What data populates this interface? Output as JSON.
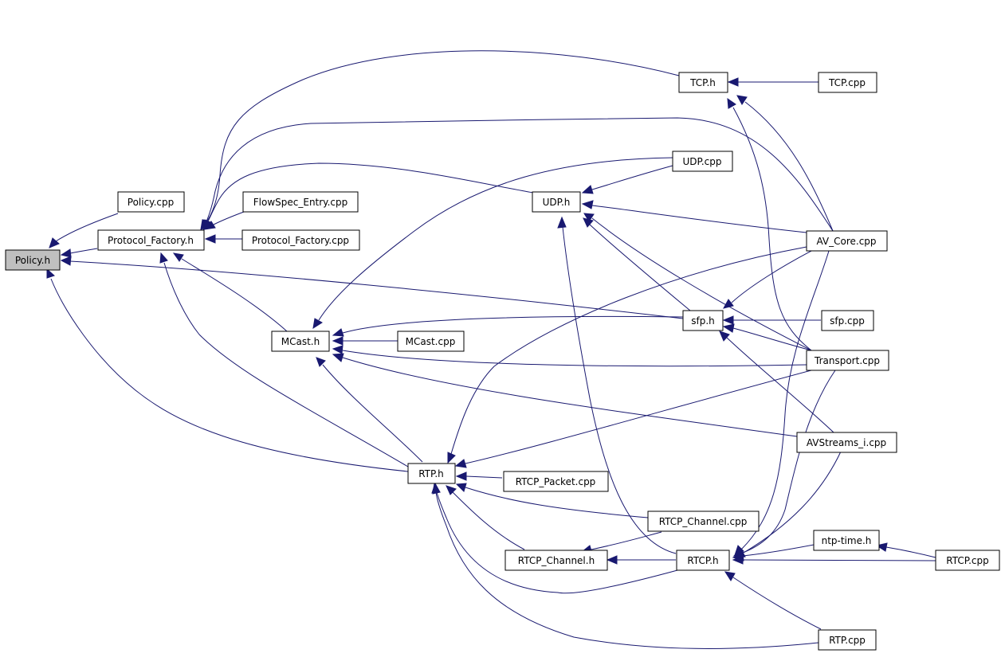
{
  "title": "Policy.h include dependency graph",
  "colors": {
    "edge": "#191970",
    "root_fill": "#bfbfbf",
    "node_fill": "#ffffff",
    "node_border": "#000000"
  },
  "nodes": {
    "policy_h": "Policy.h",
    "policy_cpp": "Policy.cpp",
    "protocol_factory_h": "Protocol_Factory.h",
    "flowspec_entry_cpp": "FlowSpec_Entry.cpp",
    "protocol_factory_cpp": "Protocol_Factory.cpp",
    "tcp_h": "TCP.h",
    "tcp_cpp": "TCP.cpp",
    "udp_cpp": "UDP.cpp",
    "udp_h": "UDP.h",
    "av_core_cpp": "AV_Core.cpp",
    "sfp_h": "sfp.h",
    "sfp_cpp": "sfp.cpp",
    "mcast_h": "MCast.h",
    "mcast_cpp": "MCast.cpp",
    "transport_cpp": "Transport.cpp",
    "avstreams_i_cpp": "AVStreams_i.cpp",
    "rtp_h": "RTP.h",
    "rtcp_packet_cpp": "RTCP_Packet.cpp",
    "rtcp_channel_cpp": "RTCP_Channel.cpp",
    "rtcp_channel_h": "RTCP_Channel.h",
    "rtcp_h": "RTCP.h",
    "ntp_time_h": "ntp-time.h",
    "rtcp_cpp": "RTCP.cpp",
    "rtp_cpp": "RTP.cpp"
  },
  "edges": [
    {
      "from": "policy_cpp",
      "to": "policy_h"
    },
    {
      "from": "protocol_factory_h",
      "to": "policy_h"
    },
    {
      "from": "sfp_h",
      "to": "policy_h"
    },
    {
      "from": "rtp_h",
      "to": "policy_h"
    },
    {
      "from": "tcp_h",
      "to": "protocol_factory_h"
    },
    {
      "from": "av_core_cpp",
      "to": "protocol_factory_h"
    },
    {
      "from": "udp_h",
      "to": "protocol_factory_h"
    },
    {
      "from": "flowspec_entry_cpp",
      "to": "protocol_factory_h"
    },
    {
      "from": "protocol_factory_cpp",
      "to": "protocol_factory_h"
    },
    {
      "from": "mcast_h",
      "to": "protocol_factory_h"
    },
    {
      "from": "rtp_h",
      "to": "protocol_factory_h"
    },
    {
      "from": "tcp_cpp",
      "to": "tcp_h"
    },
    {
      "from": "transport_cpp",
      "to": "tcp_h"
    },
    {
      "from": "av_core_cpp",
      "to": "tcp_h"
    },
    {
      "from": "udp_cpp",
      "to": "udp_h"
    },
    {
      "from": "av_core_cpp",
      "to": "udp_h"
    },
    {
      "from": "sfp_h",
      "to": "udp_h"
    },
    {
      "from": "transport_cpp",
      "to": "udp_h"
    },
    {
      "from": "rtcp_h",
      "to": "udp_h"
    },
    {
      "from": "udp_cpp",
      "to": "mcast_h"
    },
    {
      "from": "sfp_h",
      "to": "mcast_h"
    },
    {
      "from": "mcast_cpp",
      "to": "mcast_h"
    },
    {
      "from": "transport_cpp",
      "to": "mcast_h"
    },
    {
      "from": "avstreams_i_cpp",
      "to": "mcast_h"
    },
    {
      "from": "rtp_h",
      "to": "mcast_h"
    },
    {
      "from": "av_core_cpp",
      "to": "sfp_h"
    },
    {
      "from": "sfp_cpp",
      "to": "sfp_h"
    },
    {
      "from": "transport_cpp",
      "to": "sfp_h"
    },
    {
      "from": "avstreams_i_cpp",
      "to": "sfp_h"
    },
    {
      "from": "av_core_cpp",
      "to": "rtp_h"
    },
    {
      "from": "transport_cpp",
      "to": "rtp_h"
    },
    {
      "from": "rtcp_packet_cpp",
      "to": "rtp_h"
    },
    {
      "from": "rtcp_channel_cpp",
      "to": "rtp_h"
    },
    {
      "from": "rtcp_channel_h",
      "to": "rtp_h"
    },
    {
      "from": "rtcp_h",
      "to": "rtp_h"
    },
    {
      "from": "rtp_cpp",
      "to": "rtp_h"
    },
    {
      "from": "rtcp_channel_cpp",
      "to": "rtcp_channel_h"
    },
    {
      "from": "rtcp_h",
      "to": "rtcp_channel_h"
    },
    {
      "from": "av_core_cpp",
      "to": "rtcp_h"
    },
    {
      "from": "transport_cpp",
      "to": "rtcp_h"
    },
    {
      "from": "avstreams_i_cpp",
      "to": "rtcp_h"
    },
    {
      "from": "ntp_time_h",
      "to": "rtcp_h"
    },
    {
      "from": "rtcp_cpp",
      "to": "rtcp_h"
    },
    {
      "from": "rtp_cpp",
      "to": "rtcp_h"
    },
    {
      "from": "rtcp_cpp",
      "to": "ntp_time_h"
    }
  ]
}
